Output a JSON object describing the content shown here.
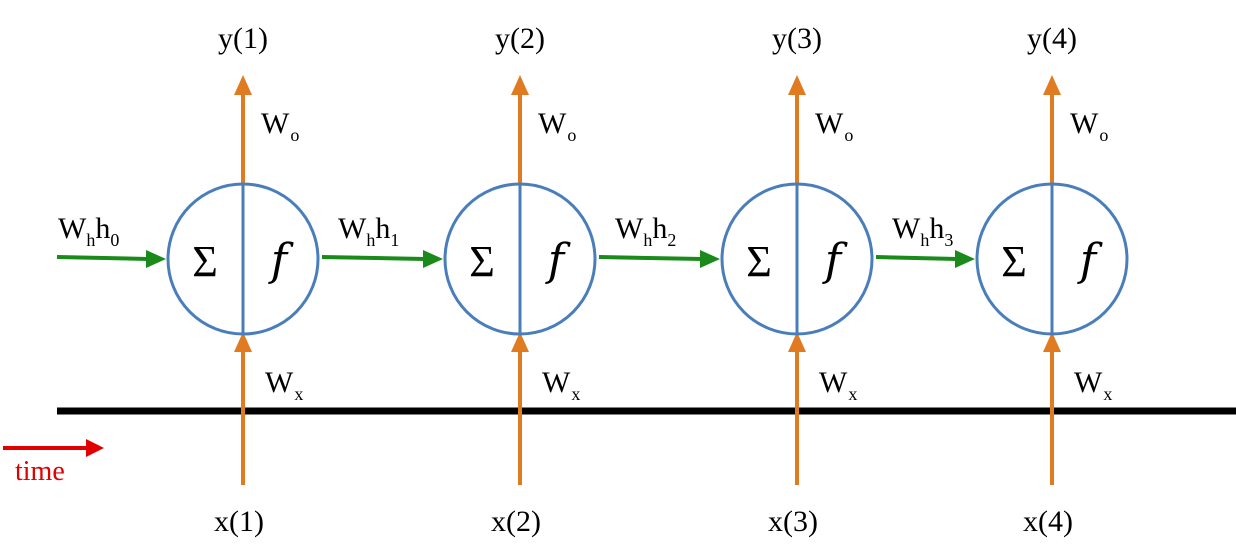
{
  "colors": {
    "arrow_vertical": "#E07B22",
    "arrow_recurrent": "#1A8A1A",
    "node_stroke": "#4A7EBB",
    "timeline": "#000000",
    "time_arrow": "#E00000",
    "text": "#000000"
  },
  "time_label": "time",
  "nodes": [
    {
      "sum_symbol": "Σ",
      "activation_symbol": "𝑓",
      "output_label": "y(1)",
      "input_label": "x(1)",
      "w_out": {
        "main": "W",
        "sub": "o"
      },
      "w_in": {
        "main": "W",
        "sub": "x"
      },
      "recurrent_in": {
        "main": "W",
        "sub1": "h",
        "main2": "h",
        "sub2": "0"
      }
    },
    {
      "sum_symbol": "Σ",
      "activation_symbol": "𝑓",
      "output_label": "y(2)",
      "input_label": "x(2)",
      "w_out": {
        "main": "W",
        "sub": "o"
      },
      "w_in": {
        "main": "W",
        "sub": "x"
      },
      "recurrent_in": {
        "main": "W",
        "sub1": "h",
        "main2": "h",
        "sub2": "1"
      }
    },
    {
      "sum_symbol": "Σ",
      "activation_symbol": "𝑓",
      "output_label": "y(3)",
      "input_label": "x(3)",
      "w_out": {
        "main": "W",
        "sub": "o"
      },
      "w_in": {
        "main": "W",
        "sub": "x"
      },
      "recurrent_in": {
        "main": "W",
        "sub1": "h",
        "main2": "h",
        "sub2": "2"
      }
    },
    {
      "sum_symbol": "Σ",
      "activation_symbol": "𝑓",
      "output_label": "y(4)",
      "input_label": "x(4)",
      "w_out": {
        "main": "W",
        "sub": "o"
      },
      "w_in": {
        "main": "W",
        "sub": "x"
      },
      "recurrent_in": {
        "main": "W",
        "sub1": "h",
        "main2": "h",
        "sub2": "3"
      }
    }
  ]
}
